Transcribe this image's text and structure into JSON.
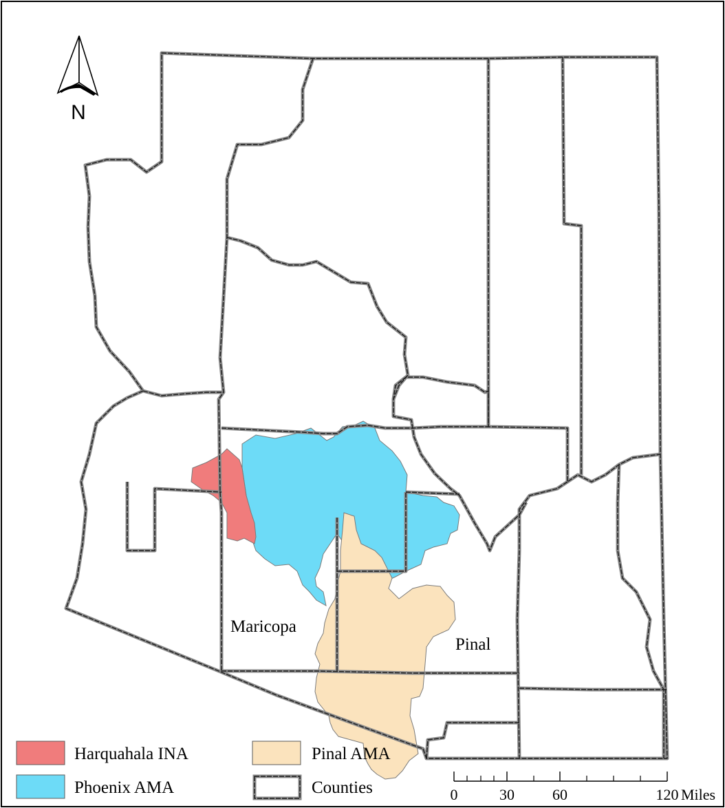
{
  "north_arrow": {
    "label": "N"
  },
  "county_labels": {
    "maricopa": "Maricopa",
    "pinal": "Pinal"
  },
  "legend": {
    "items": [
      {
        "label": "Harquahala INA",
        "color": "#f07c7c"
      },
      {
        "label": "Pinal AMA",
        "color": "#fbe3bd"
      },
      {
        "label": "Phoenix AMA",
        "color": "#6ddbf7"
      },
      {
        "label": "Counties",
        "color": "#ffffff"
      }
    ]
  },
  "scale_bar": {
    "ticks": [
      "0",
      "30",
      "60",
      "120"
    ],
    "unit": "Miles"
  }
}
